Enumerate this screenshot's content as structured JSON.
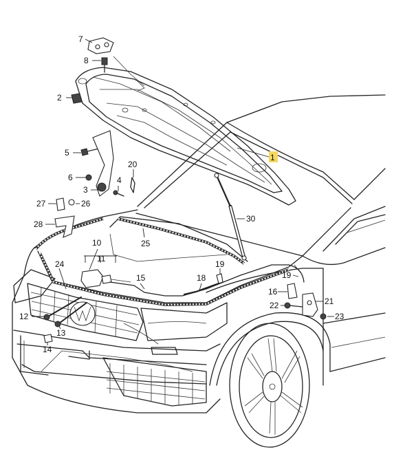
{
  "callouts": [
    {
      "id": "c1",
      "text": "1",
      "highlight": true
    },
    {
      "id": "c2",
      "text": "2"
    },
    {
      "id": "c3",
      "text": "3"
    },
    {
      "id": "c4",
      "text": "4"
    },
    {
      "id": "c5",
      "text": "5"
    },
    {
      "id": "c6",
      "text": "6"
    },
    {
      "id": "c7",
      "text": "7"
    },
    {
      "id": "c8",
      "text": "8"
    },
    {
      "id": "c10",
      "text": "10"
    },
    {
      "id": "c11",
      "text": "11"
    },
    {
      "id": "c12",
      "text": "12"
    },
    {
      "id": "c13",
      "text": "13"
    },
    {
      "id": "c14",
      "text": "14"
    },
    {
      "id": "c15",
      "text": "15"
    },
    {
      "id": "c16",
      "text": "16"
    },
    {
      "id": "c18",
      "text": "18"
    },
    {
      "id": "c19",
      "text": "19"
    },
    {
      "id": "c19b",
      "text": "19"
    },
    {
      "id": "c20",
      "text": "20"
    },
    {
      "id": "c21",
      "text": "21"
    },
    {
      "id": "c22",
      "text": "22"
    },
    {
      "id": "c23",
      "text": "23"
    },
    {
      "id": "c24",
      "text": "24"
    },
    {
      "id": "c25",
      "text": "25"
    },
    {
      "id": "c26",
      "text": "26"
    },
    {
      "id": "c27",
      "text": "27"
    },
    {
      "id": "c28",
      "text": "28"
    },
    {
      "id": "c30",
      "text": "30"
    }
  ],
  "colors": {
    "highlight": "#f6d860",
    "line": "#222222"
  }
}
